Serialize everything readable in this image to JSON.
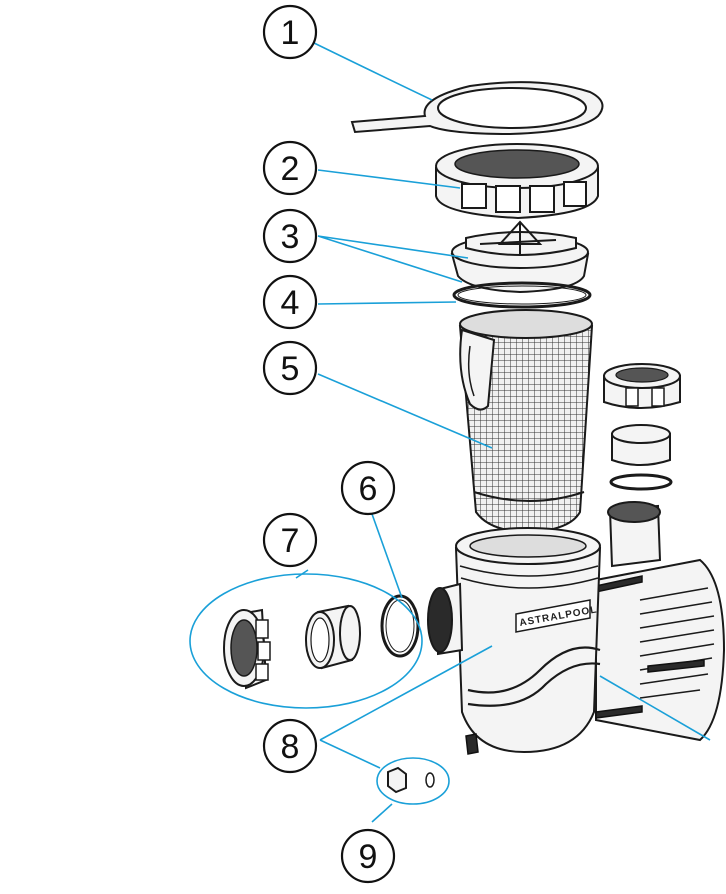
{
  "brand_label": "ASTRALPOOL",
  "callouts": [
    {
      "num": "1",
      "part": "key-wrench"
    },
    {
      "num": "2",
      "part": "lid-ring-nut"
    },
    {
      "num": "3",
      "part": "transparent-lid"
    },
    {
      "num": "4",
      "part": "lid-o-ring"
    },
    {
      "num": "5",
      "part": "strainer-basket"
    },
    {
      "num": "6",
      "part": "union-o-ring"
    },
    {
      "num": "7",
      "part": "union-fitting-set"
    },
    {
      "num": "8",
      "part": "pump-body"
    },
    {
      "num": "9",
      "part": "drain-plug-set"
    }
  ],
  "colors": {
    "leader": "#1aa0d8",
    "outline": "#1a1a1a"
  }
}
